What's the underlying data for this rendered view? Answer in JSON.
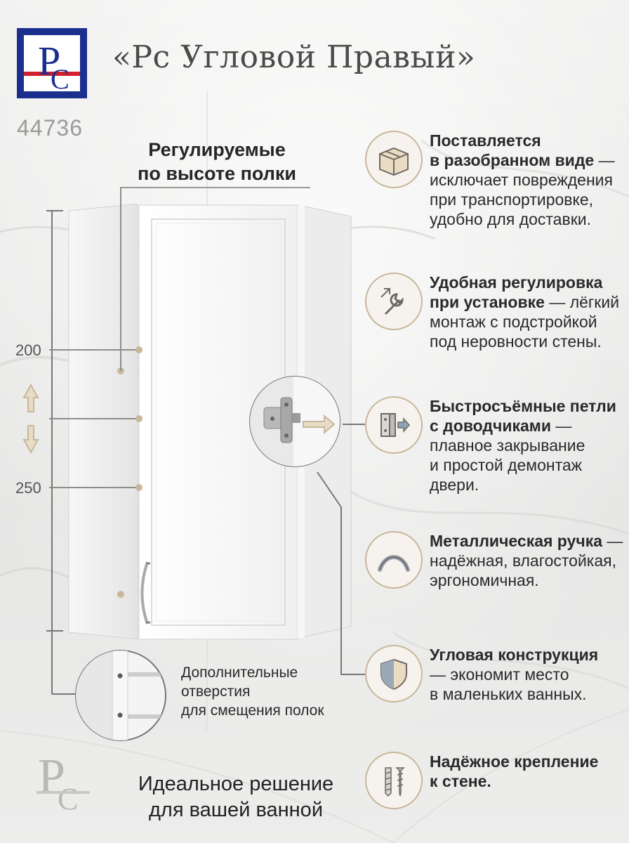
{
  "brand": {
    "logo_letters": "PC",
    "title": "«Рс Угловой Правый»",
    "sku": "44736"
  },
  "shelves": {
    "title_line1": "Регулируемые",
    "title_line2": "по высоте полки",
    "dim_top": "200",
    "dim_bottom": "250"
  },
  "holes_note": {
    "line1": "Дополнительные",
    "line2": "отверстия",
    "line3": "для смещения полок"
  },
  "features": [
    {
      "icon": "box-icon",
      "bold1": "Поставляется",
      "bold2": "в разобранном виде",
      "rest2": " —",
      "line3": "исключает повреждения",
      "line4": "при транспортировке,",
      "line5": "удобно для доставки."
    },
    {
      "icon": "wrench-icon",
      "bold1": "Удобная регулировка",
      "bold2": "при установке",
      "rest2": " — лёгкий",
      "line3": "монтаж с подстройкой",
      "line4": "под неровности стены."
    },
    {
      "icon": "hinge-icon",
      "bold1": "Быстросъёмные петли",
      "bold2": "с доводчиками",
      "rest2": " —",
      "line3": "плавное закрывание",
      "line4": "и простой демонтаж",
      "line5": "двери."
    },
    {
      "icon": "handle-icon",
      "bold1": "Металлическая ручка",
      "rest1": " —",
      "line2": "надёжная, влагостойкая,",
      "line3": "эргономичная."
    },
    {
      "icon": "shield-icon",
      "bold1": "Угловая конструкция",
      "line2": "— экономит место",
      "line3": "в маленьких ванных."
    },
    {
      "icon": "dowel-screw-icon",
      "bold1": "Надёжное крепление",
      "bold2": "к стене."
    }
  ],
  "bottom": {
    "line1": "Идеальное решение",
    "line2": "для вашей ванной"
  },
  "colors": {
    "brand_blue": "#1b2f8f",
    "brand_red": "#d2202c",
    "accent_gold": "#c8b79a",
    "text_dark": "#2a2a2a"
  }
}
